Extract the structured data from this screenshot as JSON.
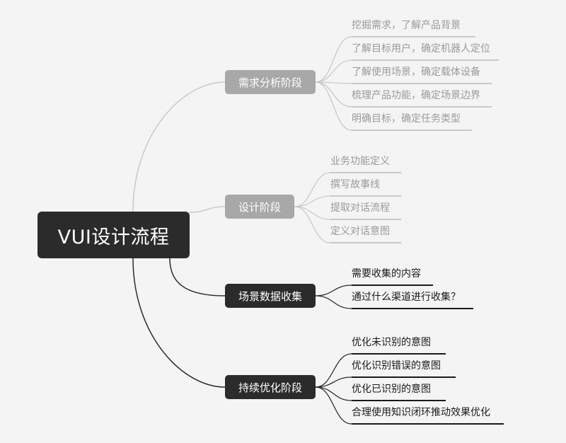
{
  "root": {
    "label": "VUI设计流程"
  },
  "branches": [
    {
      "label": "需求分析阶段",
      "leaves": [
        "挖掘需求，了解产品背景",
        "了解目标用户，确定机器人定位",
        "了解使用场景，确定载体设备",
        "梳理产品功能，确定场景边界",
        "明确目标，确定任务类型"
      ]
    },
    {
      "label": "设计阶段",
      "leaves": [
        "业务功能定义",
        "撰写故事线",
        "提取对话流程",
        "定义对话意图"
      ]
    },
    {
      "label": "场景数据收集",
      "leaves": [
        "需要收集的内容",
        "通过什么渠道进行收集？"
      ]
    },
    {
      "label": "持续优化阶段",
      "leaves": [
        "优化未识别的意图",
        "优化识别错误的意图",
        "优化已识别的意图",
        "合理使用知识闭环推动效果优化"
      ]
    }
  ],
  "colors": {
    "dark": "#2b2b2b",
    "light": "#a8a8a8",
    "light_text": "#9a9a9a",
    "light_line": "#c9c9c9"
  }
}
